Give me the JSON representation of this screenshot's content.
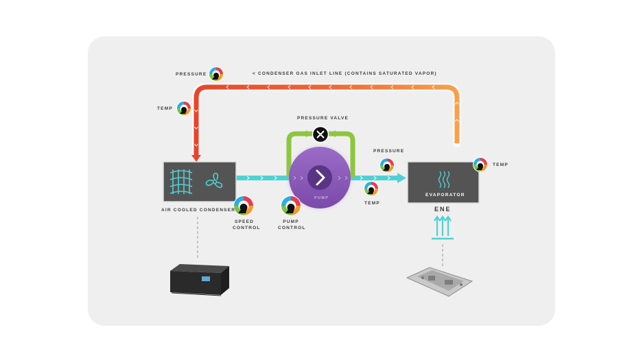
{
  "diagram": {
    "inlet_line_label": "CONDENSER GAS INLET LINE (CONTAINS SATURATED VAPOR)",
    "condenser_label": "AIR COOLED CONDENSER",
    "pump_label": "PUMP",
    "pressure_valve_label": "PRESSURE VALVE",
    "evaporator_label": "EVAPORATOR",
    "ene_label": "ENE",
    "sensors": {
      "pressure_top_left": "PRESSURE",
      "temp_left": "TEMP",
      "pressure_mid": "PRESSURE",
      "temp_mid": "TEMP",
      "temp_right": "TEMP"
    },
    "controls": {
      "speed_line1": "SPEED",
      "speed_line2": "CONTROL",
      "pump_line1": "PUMP",
      "pump_line2": "CONTROL"
    },
    "colors": {
      "panel_bg": "#efefef",
      "hot_line_start": "#e9442a",
      "hot_line_end": "#f7a24a",
      "liquid_line": "#4fd1d3",
      "bypass_line": "#8dc63f",
      "pump_purple": "#8a5ab8",
      "box_dark": "#545454"
    }
  }
}
